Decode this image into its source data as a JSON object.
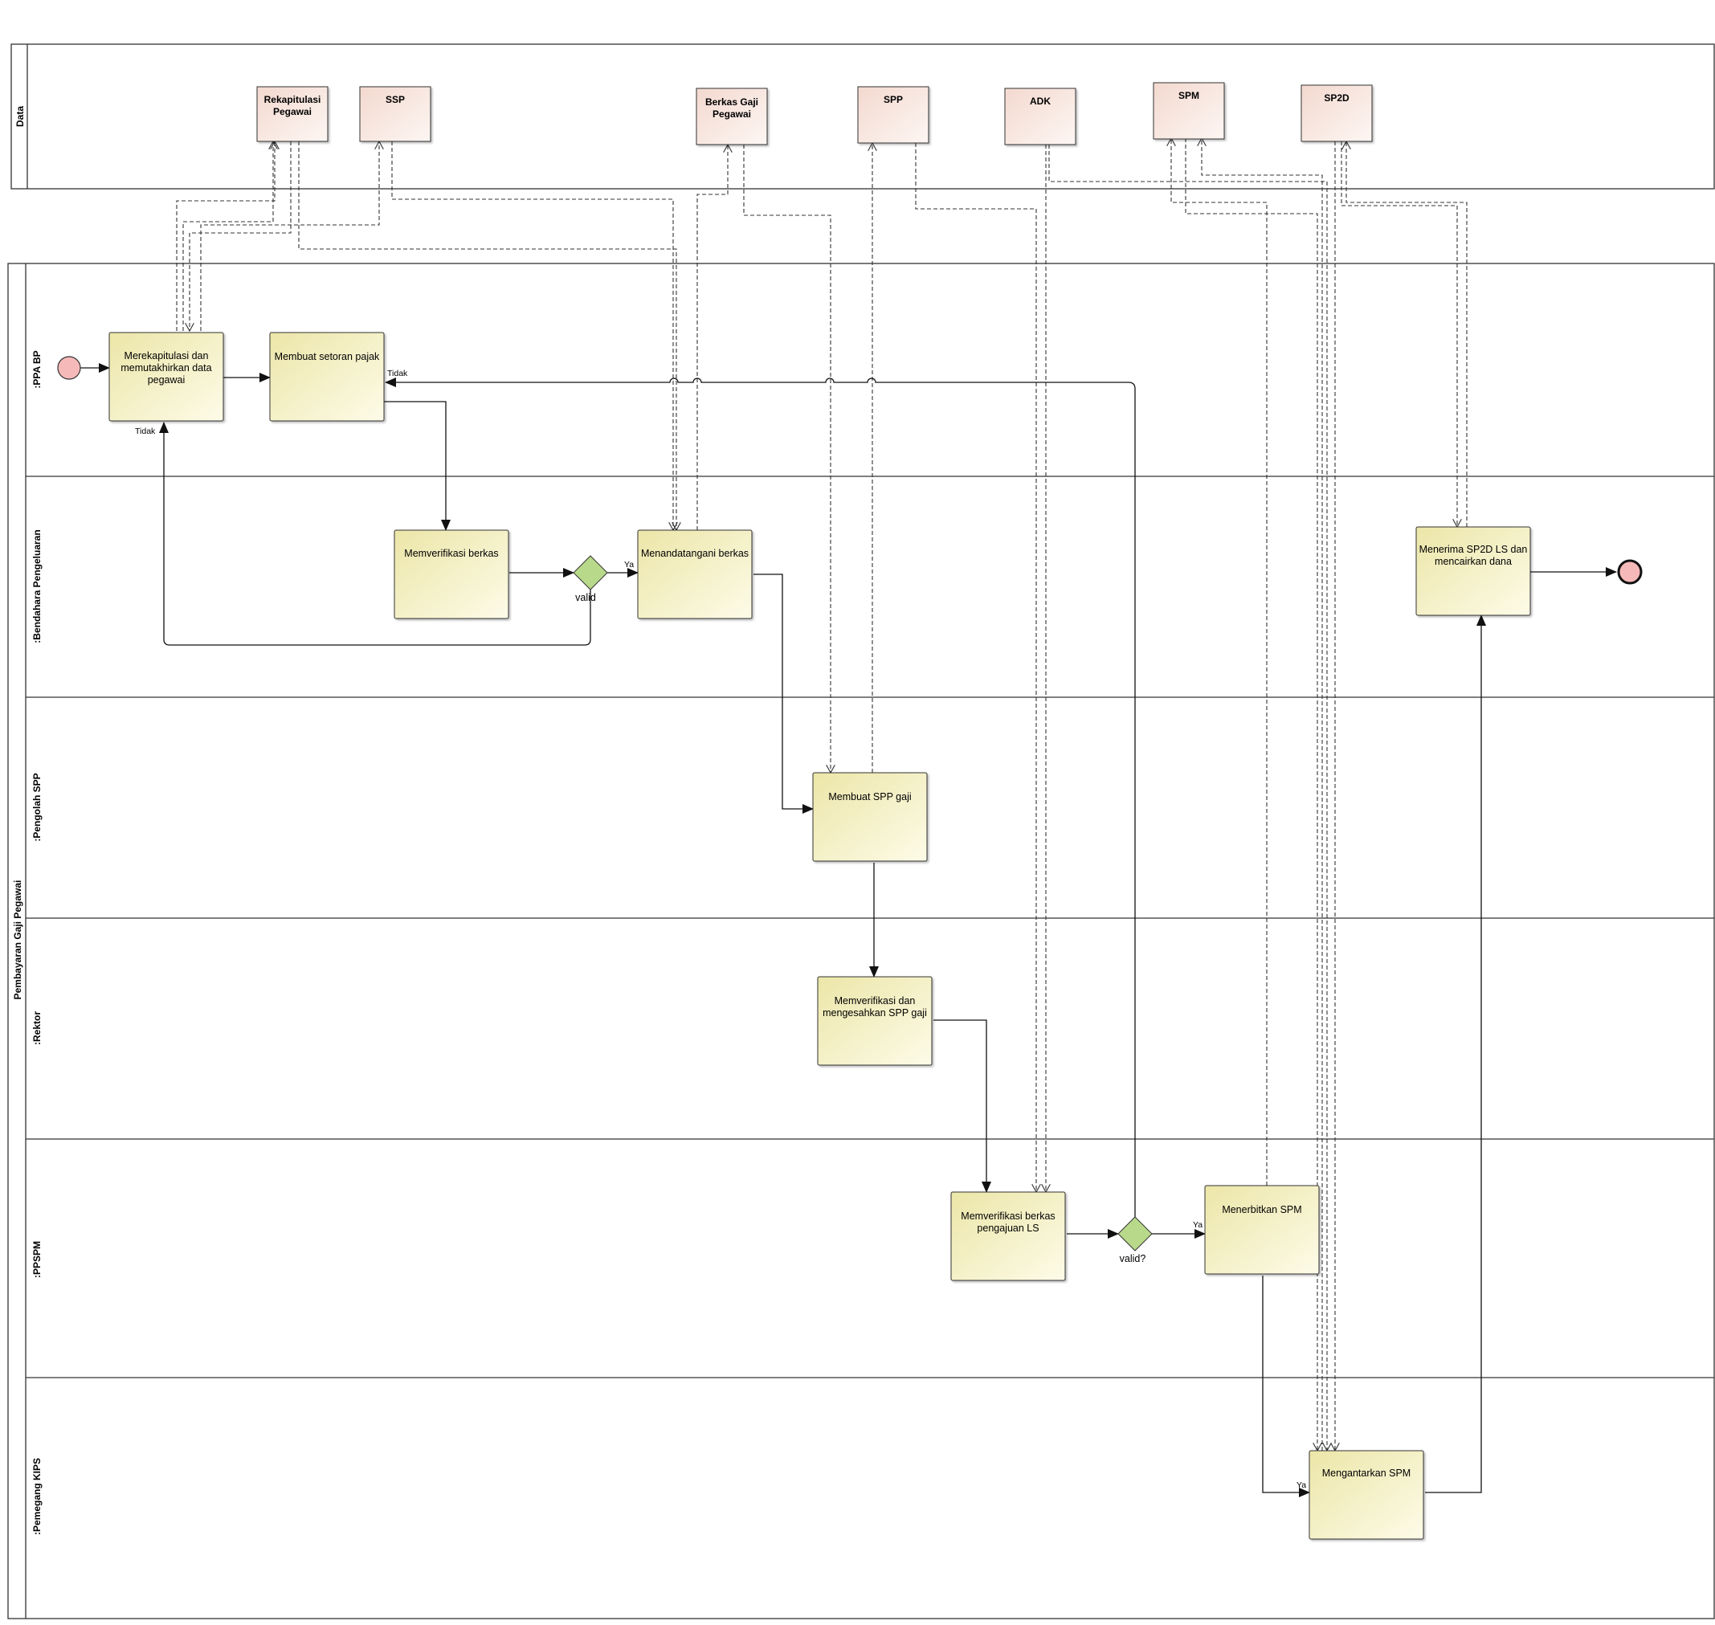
{
  "data_lane": {
    "label": "Data"
  },
  "process": {
    "pool_label": "Pembayaran Gaji Pegawai",
    "lanes": [
      {
        "id": "ppa-bp",
        "label": ":PPA BP"
      },
      {
        "id": "bendahara",
        "label": ":Bendahara Pengeluaran"
      },
      {
        "id": "pengolah-spp",
        "label": ":Pengolah SPP"
      },
      {
        "id": "rektor",
        "label": ":Rektor"
      },
      {
        "id": "ppspm",
        "label": ":PPSPM"
      },
      {
        "id": "pemegang-kips",
        "label": ":Pemegang KIPS"
      }
    ]
  },
  "data_objects": [
    {
      "id": "rekapitulasi",
      "lines": [
        "Rekapitulasi",
        "Pegawai"
      ]
    },
    {
      "id": "ssp",
      "lines": [
        "SSP"
      ]
    },
    {
      "id": "berkas-gaji",
      "lines": [
        "Berkas Gaji",
        "Pegawai"
      ]
    },
    {
      "id": "spp",
      "lines": [
        "SPP"
      ]
    },
    {
      "id": "adk",
      "lines": [
        "ADK"
      ]
    },
    {
      "id": "spm",
      "lines": [
        "SPM"
      ]
    },
    {
      "id": "sp2d",
      "lines": [
        "SP2D"
      ]
    }
  ],
  "tasks": [
    {
      "id": "t1",
      "lines": [
        "Merekapitulasi dan",
        "memutakhirkan data",
        "pegawai"
      ]
    },
    {
      "id": "t2",
      "lines": [
        "Membuat setoran pajak"
      ]
    },
    {
      "id": "t3",
      "lines": [
        "Memverifikasi berkas"
      ]
    },
    {
      "id": "t4",
      "lines": [
        "Menandatangani berkas"
      ]
    },
    {
      "id": "t5",
      "lines": [
        "Menerima SP2D LS dan",
        "mencairkan dana"
      ]
    },
    {
      "id": "t6",
      "lines": [
        "Membuat SPP gaji"
      ]
    },
    {
      "id": "t7",
      "lines": [
        "Memverifikasi dan",
        "mengesahkan SPP gaji"
      ]
    },
    {
      "id": "t8",
      "lines": [
        "Memverifikasi berkas",
        "pengajuan LS"
      ]
    },
    {
      "id": "t9",
      "lines": [
        "Menerbitkan SPM"
      ]
    },
    {
      "id": "t10",
      "lines": [
        "Mengantarkan SPM"
      ]
    }
  ],
  "gateways": [
    {
      "id": "g1",
      "label": "valid"
    },
    {
      "id": "g2",
      "label": "valid?"
    }
  ],
  "flow_labels": {
    "tidak_1": "Tidak",
    "tidak_2": "Tidak",
    "ya_1": "Ya",
    "ya_2": "Ya",
    "ya_3": "Ya"
  },
  "colors": {
    "task_fill_top": "#f2eec0",
    "task_fill_bottom": "#fdfbe8",
    "data_fill": "#f8e8e2",
    "gateway_fill": "#b8d98a",
    "event_fill": "#f6b9b9"
  }
}
